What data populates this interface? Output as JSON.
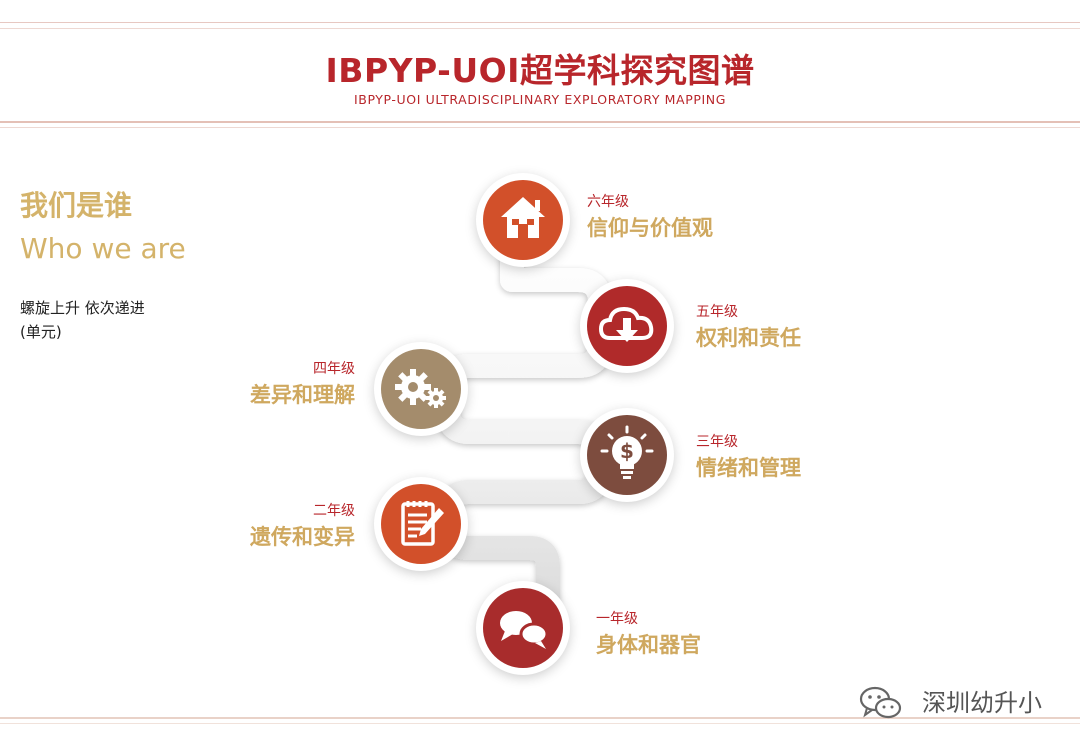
{
  "header": {
    "title": "IBPYP-UOI超学科探究图谱",
    "subtitle": "IBPYP-UOI ULTRADISCIPLINARY EXPLORATORY MAPPING"
  },
  "intro": {
    "heading_zh": "我们是谁",
    "heading_en": "Who we are",
    "description": "螺旋上升 依次递进\n(单元)"
  },
  "levels": [
    {
      "grade": "六年级",
      "topic": "信仰与价值观",
      "icon": "house-icon",
      "color": "#d2502a"
    },
    {
      "grade": "五年级",
      "topic": "权利和责任",
      "icon": "cloud-download-icon",
      "color": "#b02a2a"
    },
    {
      "grade": "四年级",
      "topic": "差异和理解",
      "icon": "gears-icon",
      "color": "#a48c6c"
    },
    {
      "grade": "三年级",
      "topic": "情绪和管理",
      "icon": "lightbulb-dollar-icon",
      "color": "#7d4c3e"
    },
    {
      "grade": "二年级",
      "topic": "遗传和变异",
      "icon": "notepad-pencil-icon",
      "color": "#d2502a"
    },
    {
      "grade": "一年级",
      "topic": "身体和器官",
      "icon": "chat-bubbles-icon",
      "color": "#a82c2c"
    }
  ],
  "watermark": "深圳幼升小",
  "colors": {
    "brand_red": "#b8262b",
    "gold": "#cfa85f",
    "rule": "#e4c4bc"
  }
}
